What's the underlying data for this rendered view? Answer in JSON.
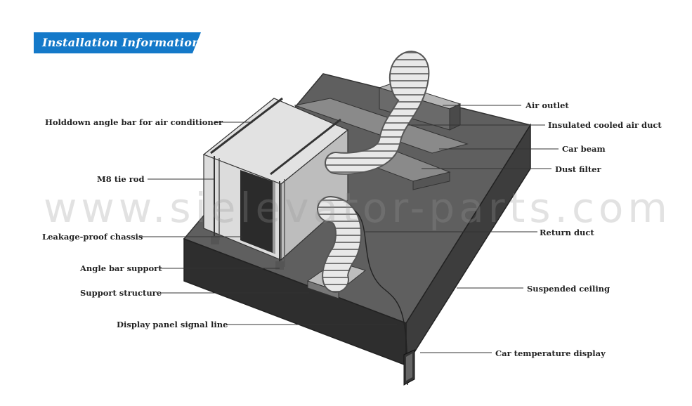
{
  "header": {
    "title": "Installation  Information"
  },
  "watermark": "www.sielevator-parts.com",
  "colors": {
    "banner": "#1479c9",
    "line": "#333333",
    "text": "#222222"
  },
  "labels": {
    "air_outlet": "Air outlet",
    "insulated_duct": "Insulated cooled air duct",
    "car_beam": "Car beam",
    "dust_filter": "Dust filter",
    "return_duct": "Return duct",
    "suspended_ceiling": "Suspended ceiling",
    "car_temp_display": "Car temperature display",
    "holddown_bar": "Holddown angle bar for air conditioner",
    "tie_rod": "M8 tie rod",
    "chassis": "Leakage-proof chassis",
    "angle_support": "Angle bar support",
    "support_structure": "Support structure",
    "signal_line": "Display panel signal line"
  }
}
